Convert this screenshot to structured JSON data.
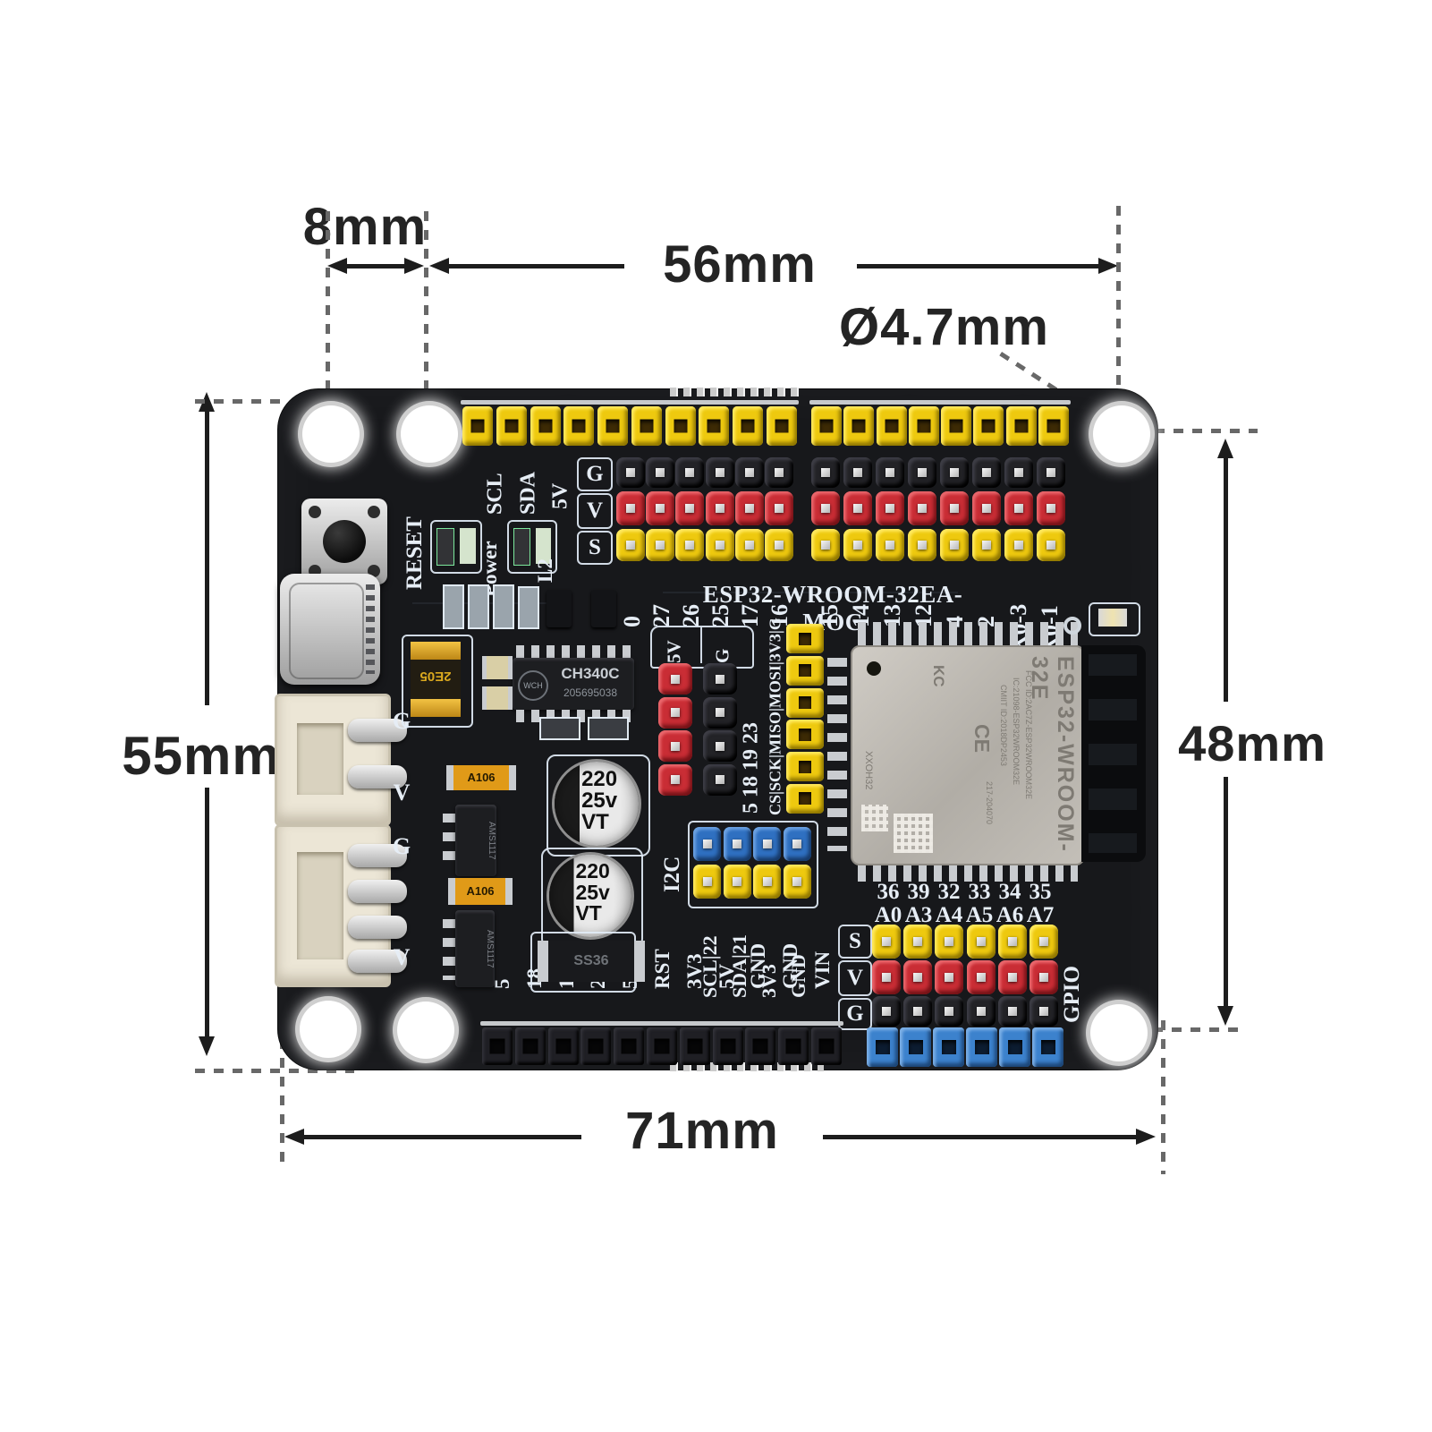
{
  "annotations": {
    "top_spacing": "8mm",
    "top_width": "56mm",
    "hole_diameter": "Ø4.7mm",
    "left_height": "55mm",
    "right_height": "48mm",
    "bottom_width": "71mm"
  },
  "silkscreen": {
    "board_name": "ESP32-WROOM-32EA-MOC",
    "reset": "RESET",
    "power": "Power",
    "l2": "L2",
    "top_signals": [
      "SCL",
      "SDA",
      "5V"
    ],
    "row_left": [
      "G",
      "V",
      "S"
    ],
    "gpio_top_left": [
      "0",
      "27",
      "26",
      "25",
      "17",
      "16"
    ],
    "gpio_top_right": [
      "15",
      "14",
      "13",
      "12",
      "4",
      "2",
      "RX0-3",
      "TX0-1"
    ],
    "left_power": [
      "G",
      "V",
      "G",
      "V"
    ],
    "aux_5v": "5V",
    "aux_g": "G",
    "spi_pins": "5  18  19  23",
    "spi_signals": "CS|SCK|MISO|MOSI|3V3|G",
    "i2c_label": "I2C",
    "i2c_pins": [
      "SCL|22",
      "SDA|21",
      "3V3",
      "GND"
    ],
    "adc_gpio": [
      "36",
      "39",
      "32",
      "33",
      "34",
      "35"
    ],
    "adc_names": [
      "A0",
      "A3",
      "A4",
      "A5",
      "A6",
      "A7"
    ],
    "row_right": [
      "S",
      "V",
      "G"
    ],
    "gpio_label": "GPIO",
    "bottom_pins": [
      "5",
      "18",
      "19",
      "23",
      "5V",
      "RST",
      "3V3",
      "5V",
      "GND",
      "GND",
      "VIN"
    ]
  },
  "module": {
    "name": "ESP32-WROOM-32E",
    "fcc": "FCC ID:2AC7Z-ESP32WROOM32E",
    "ic": "IC:21098-ESP32WROOM32E",
    "cmiit": "CMIIT ID:2018DP2453",
    "reg": "217-204070",
    "ce": "CE",
    "kc": "KC",
    "mark": "XXOH32"
  },
  "components": {
    "usb_ic": "CH340C",
    "usb_ic_code": "205695038",
    "usb_ic_brand": "WCH",
    "cap_line1": "220",
    "cap_line2": "25v",
    "cap_line3": "VT",
    "fuse": "2E05",
    "diode": "SS36",
    "regulator": "AMS1117",
    "tantalum": "A106"
  },
  "colors": {
    "pcb": "#17181b",
    "header_yellow": "#eec90f",
    "header_red": "#c92d35",
    "header_blue": "#2f70c1",
    "silkscreen": "#e6edf5",
    "annotation": "#242424"
  }
}
